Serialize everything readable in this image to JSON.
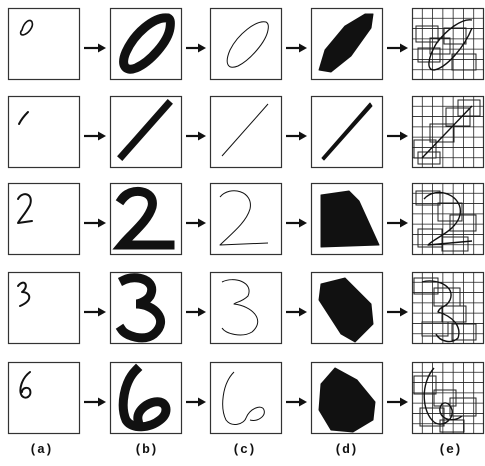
{
  "stages": [
    {
      "id": "a",
      "label": "(a)"
    },
    {
      "id": "b",
      "label": "(b)"
    },
    {
      "id": "c",
      "label": "(c)"
    },
    {
      "id": "d",
      "label": "(d)"
    },
    {
      "id": "e",
      "label": "(e)"
    }
  ],
  "digits": [
    "0",
    "1",
    "2",
    "3",
    "6"
  ],
  "colors": {
    "ink": "#111111",
    "frame": "#333333",
    "grid": "#222222"
  }
}
